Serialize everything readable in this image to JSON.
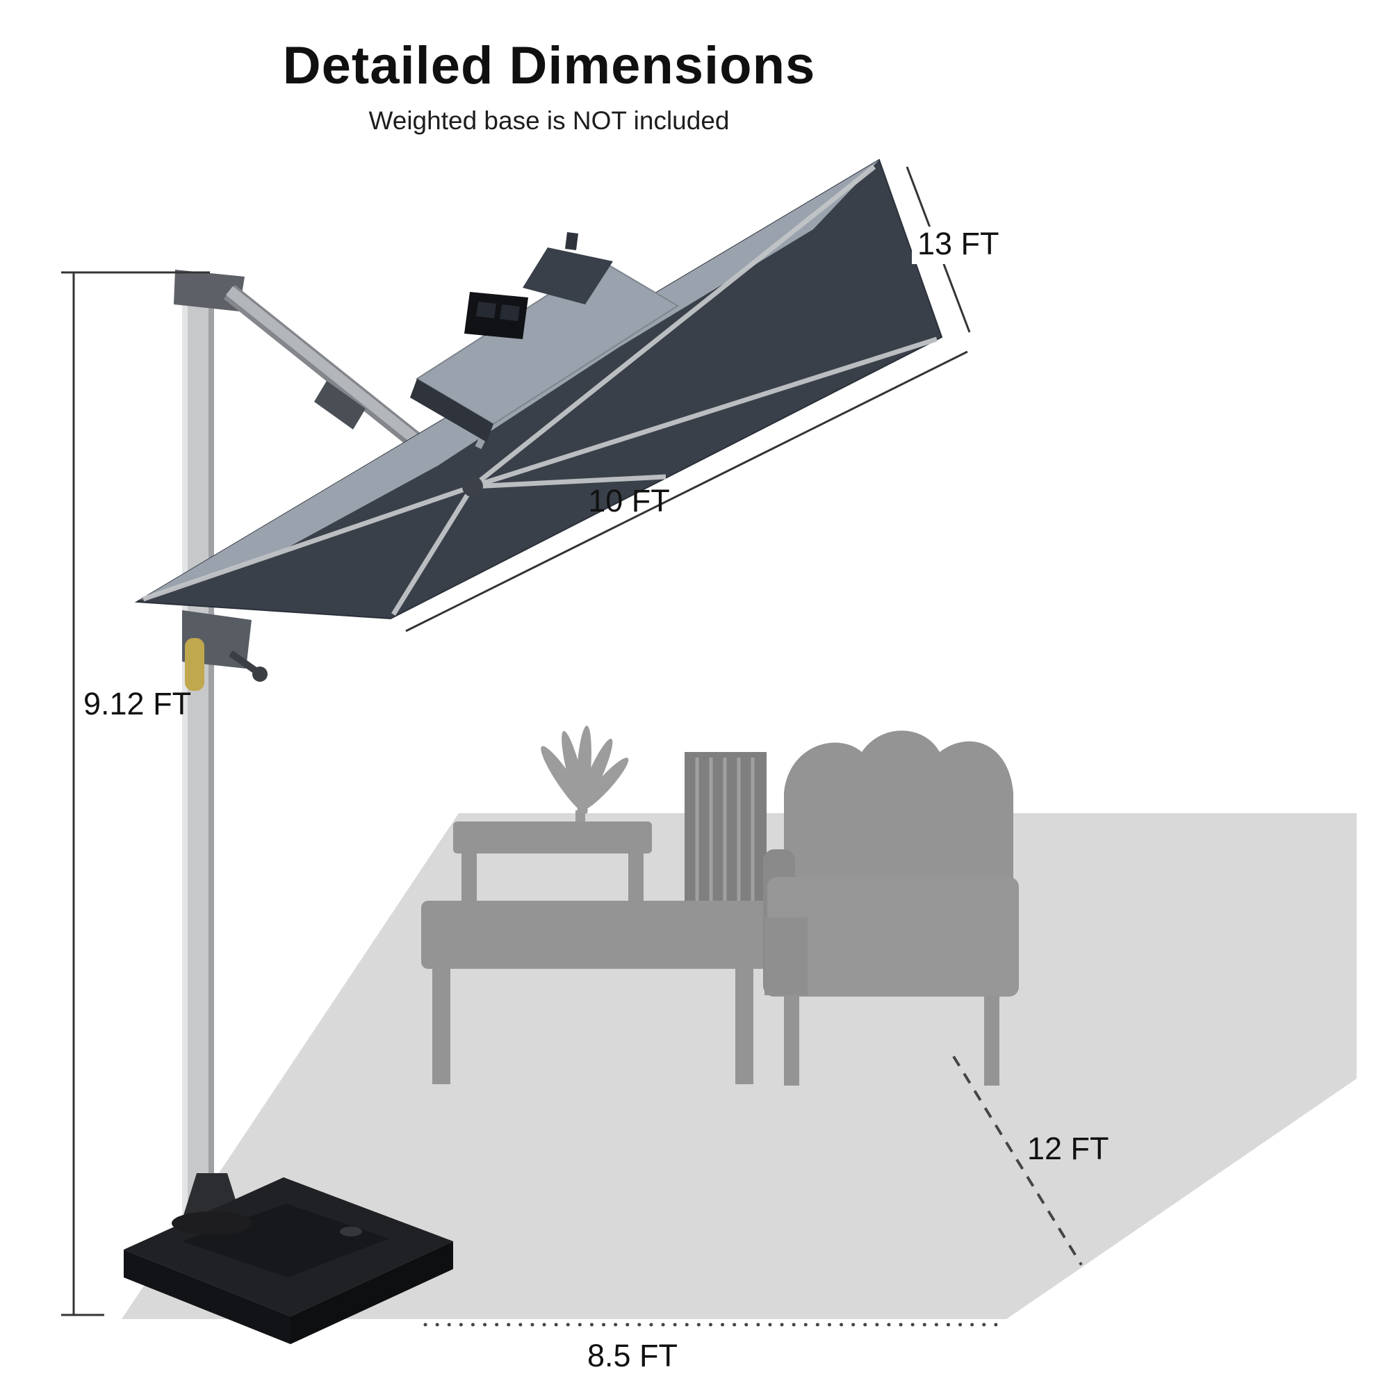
{
  "page": {
    "title": "Detailed Dimensions",
    "subtitle": "Weighted base is NOT included"
  },
  "labels": {
    "canopy_side": "13 FT",
    "canopy_width": "10 FT",
    "pole_height": "9.12 FT",
    "depth": "12 FT",
    "base_span": "8.5 FT"
  },
  "colors": {
    "canopy_dark": "#3a4049",
    "canopy_light": "#9aa2ad",
    "canopy_shadow": "#2e333c",
    "pole": "#c6c8ca",
    "pole_edge": "#9fa2a5",
    "frame_metal": "#b3b6ba",
    "joint_dark": "#5d6167",
    "base_black": "#202124",
    "base_side": "#121316",
    "floor_shadow": "#d9d9d9",
    "furniture": "#949494",
    "accent_yellow": "#c0a84e",
    "solar_box": "#101216"
  }
}
